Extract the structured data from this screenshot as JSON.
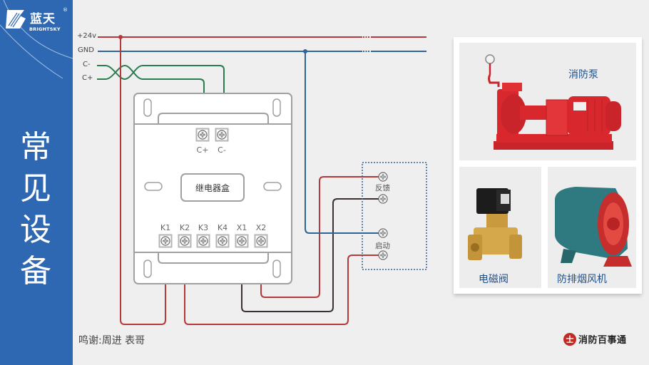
{
  "sidebar": {
    "logo_cn": "蓝天",
    "logo_en": "BRIGHTSKY",
    "logo_reg": "®",
    "title_chars": [
      "常",
      "见",
      "设",
      "备"
    ]
  },
  "bus": {
    "lines": [
      {
        "label": "+24v",
        "color": "#b5383a"
      },
      {
        "label": "GND",
        "color": "#2e6496"
      },
      {
        "label": "C-",
        "color": "#2a7d4f"
      },
      {
        "label": "C+",
        "color": "#2a7d4f"
      }
    ]
  },
  "relay_box": {
    "name": "继电器盒",
    "top_terminals": [
      "C+",
      "C-"
    ],
    "bottom_terminals": [
      "K1",
      "K2",
      "K3",
      "K4",
      "X1",
      "X2"
    ]
  },
  "device": {
    "feedback_label": "反馈",
    "start_label": "启动"
  },
  "wire_colors": {
    "red": "#b5383a",
    "blue": "#2e6496",
    "green": "#2a7d4f",
    "black": "#3b3130",
    "dotted_box": "#2e6496"
  },
  "equipment": [
    {
      "name": "消防泵"
    },
    {
      "name": "电磁阀"
    },
    {
      "name": "防排烟风机"
    }
  ],
  "credit": "鸣谢:周进  表哥",
  "brand": {
    "icon_glyph": "士",
    "name": "消防百事通"
  }
}
